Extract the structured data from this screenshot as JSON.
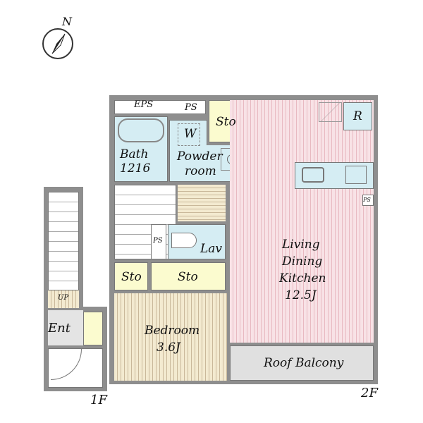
{
  "compass": {
    "label": "N"
  },
  "floors": {
    "first": "1F",
    "second": "2F"
  },
  "rooms": {
    "eps": "EPS",
    "ps_top": "PS",
    "sto_top": "Sto",
    "bath": "Bath",
    "bath_size": "1216",
    "washer": "W",
    "powder": "Powder",
    "powder2": "room",
    "refrigerator": "R",
    "ps_kitchen": "PS",
    "ps_lav": "PS",
    "lav": "Lav",
    "sto1": "Sto",
    "sto2": "Sto",
    "bedroom": "Bedroom",
    "bedroom_size": "3.6J",
    "ldk1": "Living",
    "ldk2": "Dining",
    "ldk3": "Kitchen",
    "ldk_size": "12.5J",
    "balcony": "Roof Balcony",
    "up": "UP",
    "entrance": "Ent"
  },
  "colors": {
    "wall": "#8e8e8e",
    "wet": "#d5edf3",
    "storage": "#fbfbcf",
    "ldk": "#f8e2e6",
    "bedroom": "#f3ead0",
    "balcony": "#e0e0e0"
  }
}
